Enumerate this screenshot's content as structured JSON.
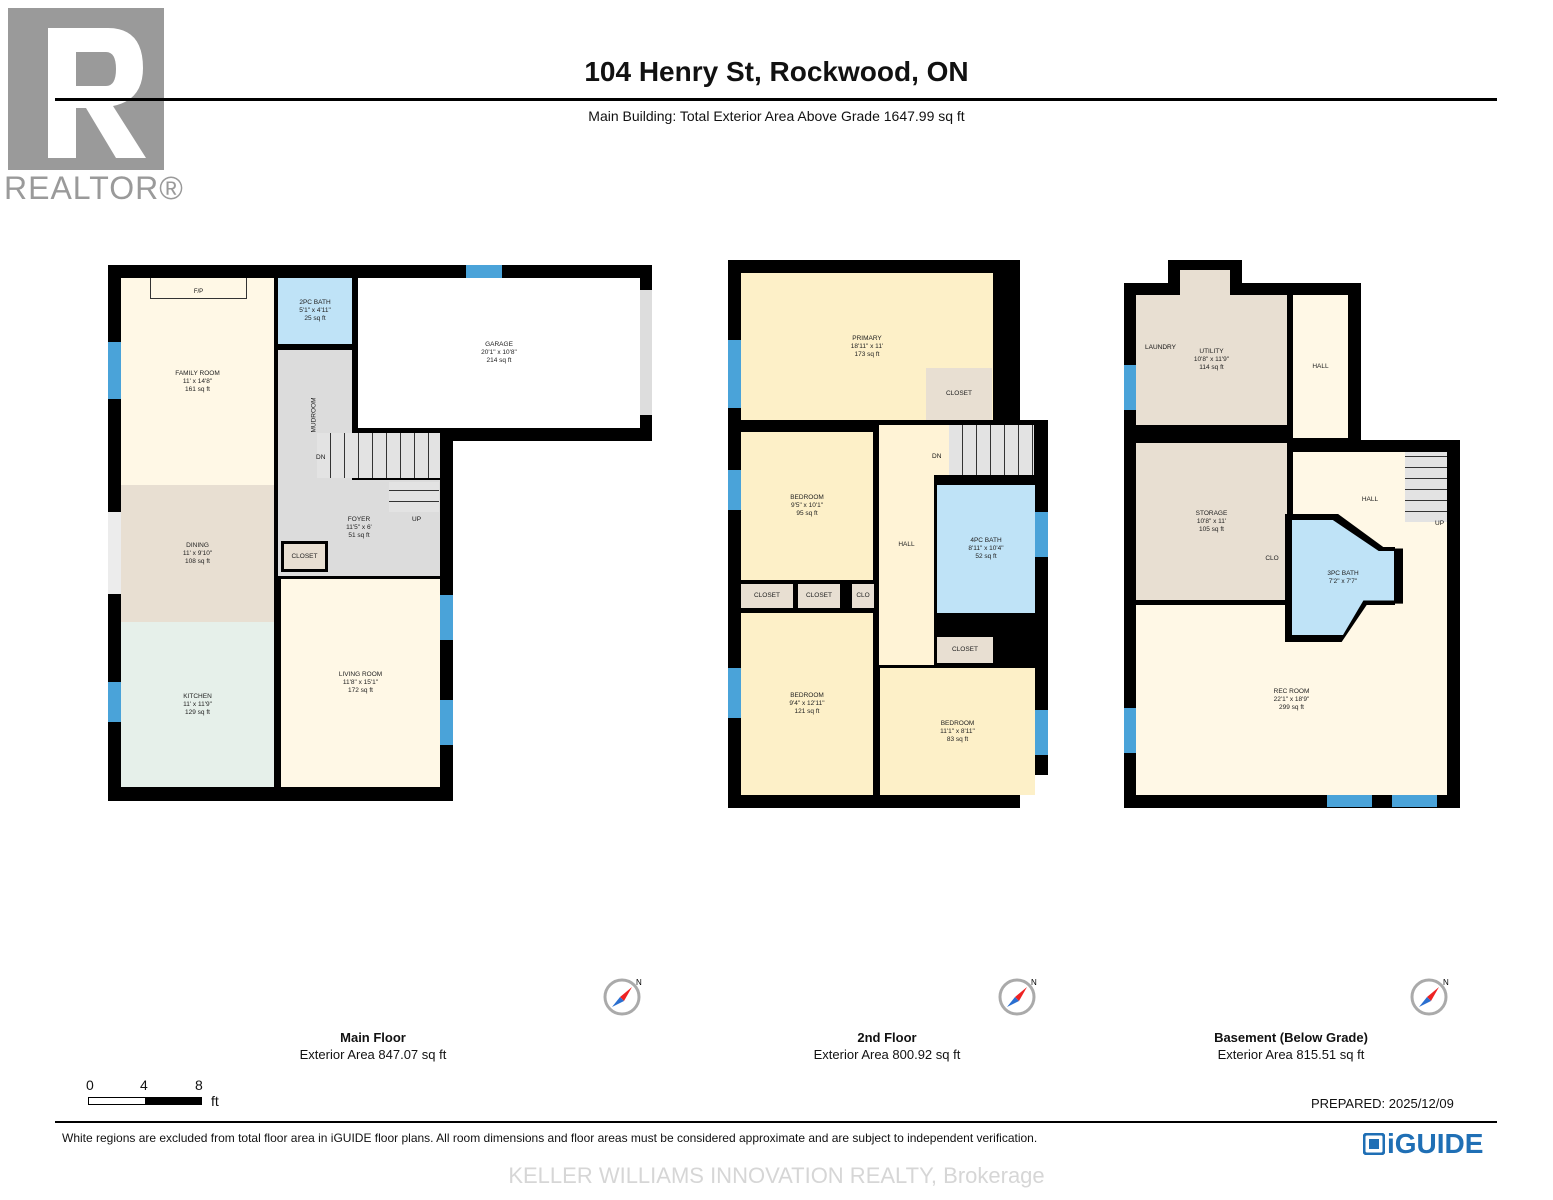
{
  "header": {
    "logo_text": "REALTOR®",
    "title": "104 Henry St, Rockwood, ON",
    "subtitle": "Main Building: Total Exterior Area Above Grade 1647.99 sq ft"
  },
  "floors": [
    {
      "name": "Main Floor",
      "area": "Exterior Area 847.07 sq ft",
      "rooms": [
        {
          "name": "FAMILY ROOM",
          "dims": "11' x 14'8\"",
          "area": "161 sq ft"
        },
        {
          "name": "2PC BATH",
          "dims": "5'1\" x 4'11\"",
          "area": "25 sq ft"
        },
        {
          "name": "GARAGE",
          "dims": "20'1\" x 10'8\"",
          "area": "214 sq ft"
        },
        {
          "name": "MUDROOM"
        },
        {
          "name": "DINING",
          "dims": "11' x 9'10\"",
          "area": "108 sq ft"
        },
        {
          "name": "FOYER",
          "dims": "11'5\" x 6'",
          "area": "51 sq ft"
        },
        {
          "name": "CLOSET"
        },
        {
          "name": "KITCHEN",
          "dims": "11' x 11'9\"",
          "area": "129 sq ft"
        },
        {
          "name": "LIVING ROOM",
          "dims": "11'8\" x 15'1\"",
          "area": "172 sq ft"
        }
      ],
      "labels": {
        "fireplace": "F/P",
        "down": "DN",
        "up": "UP"
      }
    },
    {
      "name": "2nd Floor",
      "area": "Exterior Area 800.92 sq ft",
      "rooms": [
        {
          "name": "PRIMARY",
          "dims": "18'11\" x 11'",
          "area": "173 sq ft"
        },
        {
          "name": "CLOSET"
        },
        {
          "name": "BEDROOM",
          "dims": "9'5\" x 10'1\"",
          "area": "95 sq ft"
        },
        {
          "name": "HALL"
        },
        {
          "name": "4PC BATH",
          "dims": "8'11\" x 10'4\"",
          "area": "52 sq ft"
        },
        {
          "name": "CLOSET"
        },
        {
          "name": "CLOSET"
        },
        {
          "name": "CLO"
        },
        {
          "name": "BEDROOM",
          "dims": "9'4\" x 12'11\"",
          "area": "121 sq ft"
        },
        {
          "name": "CLOSET"
        },
        {
          "name": "BEDROOM",
          "dims": "11'1\" x 8'11\"",
          "area": "83 sq ft"
        }
      ],
      "labels": {
        "down": "DN"
      }
    },
    {
      "name": "Basement (Below Grade)",
      "area": "Exterior Area 815.51 sq ft",
      "rooms": [
        {
          "name": "UTILITY",
          "dims": "10'8\" x 11'9\"",
          "area": "114 sq ft"
        },
        {
          "name": "LAUNDRY"
        },
        {
          "name": "HALL"
        },
        {
          "name": "STORAGE",
          "dims": "10'8\" x 11'",
          "area": "105 sq ft"
        },
        {
          "name": "HALL"
        },
        {
          "name": "CLO"
        },
        {
          "name": "3PC BATH",
          "dims": "7'2\" x 7'7\""
        },
        {
          "name": "REC ROOM",
          "dims": "22'1\" x 18'9\"",
          "area": "299 sq ft"
        }
      ],
      "labels": {
        "up": "UP"
      }
    }
  ],
  "scale": {
    "ticks": [
      "0",
      "4",
      "8"
    ],
    "unit": "ft"
  },
  "footer": {
    "prepared": "PREPARED: 2025/12/09",
    "disclaimer": "White regions are excluded from total floor area in iGUIDE floor plans. All room dimensions and floor areas must be considered approximate and are subject to independent verification.",
    "brand": "iGUIDE",
    "watermark": "KELLER WILLIAMS INNOVATION REALTY, Brokerage"
  },
  "icons": {
    "compass": "compass-north-icon",
    "logo": "realtor-r-logo"
  },
  "colors": {
    "window": "#4aa3d9",
    "bath": "#bfe3f7",
    "living": "#fff8e6",
    "utility": "#e8dfd2",
    "kitchen": "#e6f0ea",
    "brand": "#1f6fb5"
  }
}
